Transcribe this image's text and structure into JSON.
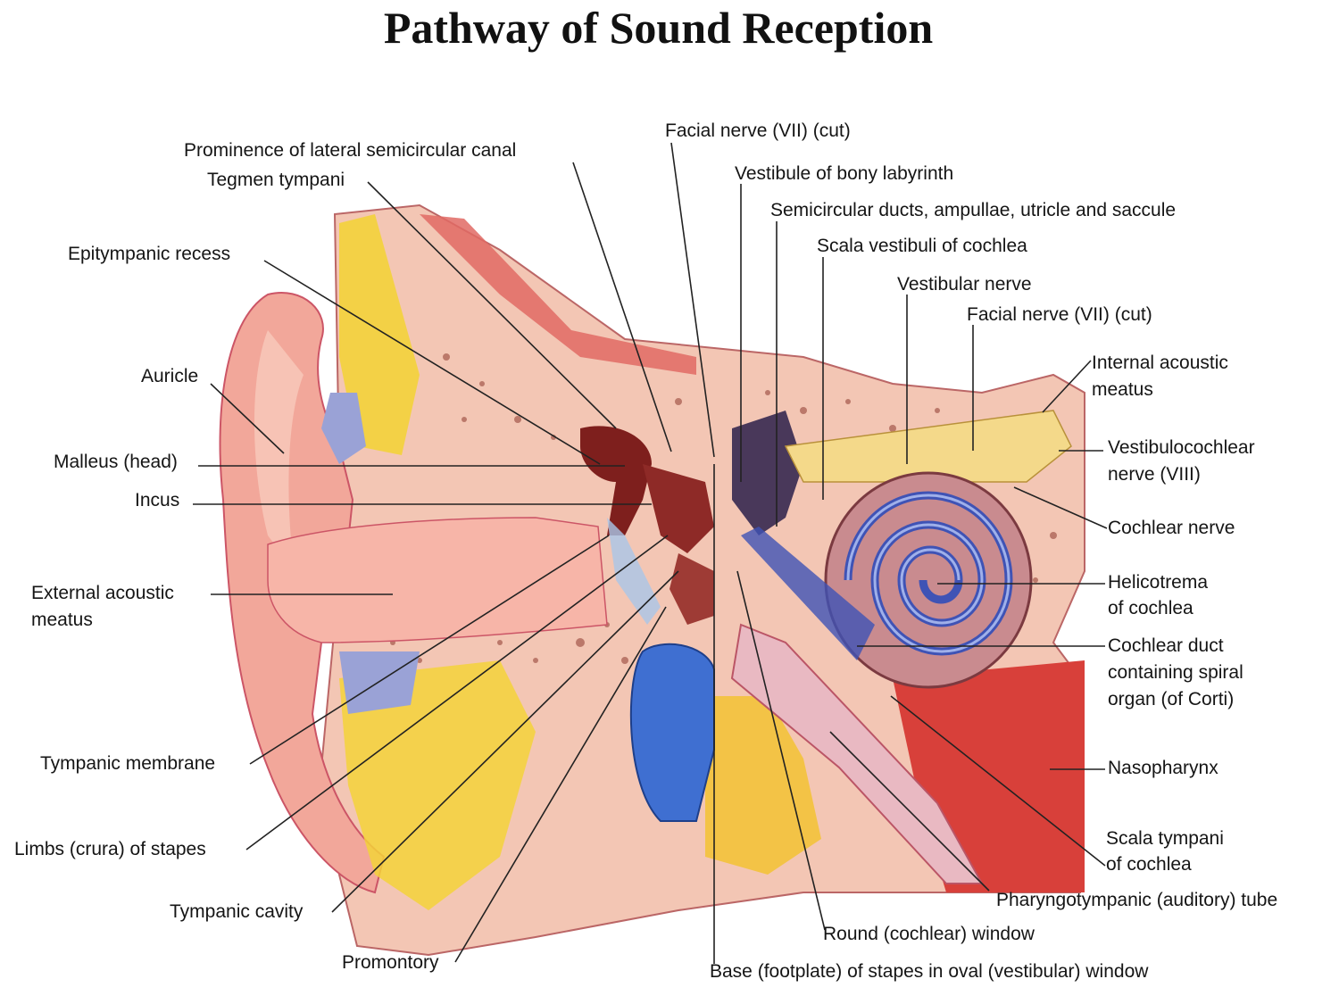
{
  "title": "Pathway of Sound Reception",
  "labels": {
    "prominence": "Prominence of lateral semicircular canal",
    "tegmen": "Tegmen tympani",
    "epitympanic": "Epitympanic recess",
    "auricle": "Auricle",
    "malleus": "Malleus (head)",
    "incus": "Incus",
    "external_1": "External acoustic",
    "external_2": "meatus",
    "tympanic_membrane": "Tympanic membrane",
    "limbs": "Limbs (crura) of stapes",
    "tympanic_cavity": "Tympanic cavity",
    "promontory": "Promontory",
    "facial_top": "Facial nerve (VII) (cut)",
    "vestibule": "Vestibule of bony labyrinth",
    "semicircular": "Semicircular ducts, ampullae, utricle and saccule",
    "scala_vestibuli": "Scala vestibuli of cochlea",
    "vestibular_nerve": "Vestibular nerve",
    "facial_right": "Facial nerve (VII) (cut)",
    "internal_1": "Internal acoustic",
    "internal_2": "meatus",
    "vestibulocochlear_1": "Vestibulocochlear",
    "vestibulocochlear_2": "nerve (VIII)",
    "cochlear_nerve": "Cochlear nerve",
    "helicotrema_1": "Helicotrema",
    "helicotrema_2": "of cochlea",
    "cochlear_duct_1": "Cochlear duct",
    "cochlear_duct_2": "containing spiral",
    "cochlear_duct_3": "organ (of Corti)",
    "nasopharynx": "Nasopharynx",
    "scala_tympani_1": "Scala tympani",
    "scala_tympani_2": "of cochlea",
    "pharyngotympanic": "Pharyngotympanic (auditory) tube",
    "round_window": "Round (cochlear) window",
    "base_stapes": "Base (footplate) of stapes in oval (vestibular) window"
  },
  "colors": {
    "skin": "#f2a79a",
    "bone": "#f3c6b4",
    "bone_dots": "#8e3a2e",
    "cartilage": "#f3d23a",
    "vein": "#3f6fd1",
    "ossicle": "#7e1f1d",
    "cochlea": "#c98b8f",
    "nerve": "#f4d98a",
    "muscle": "#d8403a"
  }
}
